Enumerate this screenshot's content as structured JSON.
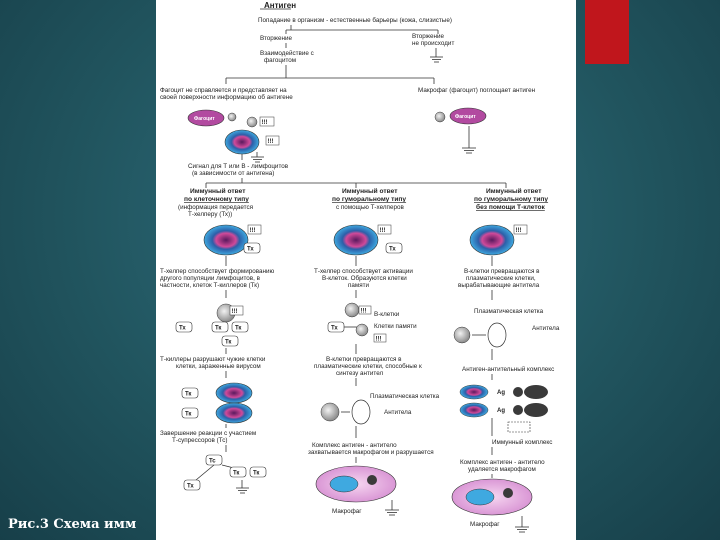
{
  "slide": {
    "caption": "Рис.3 Схема имм",
    "colors": {
      "background": "#21555f",
      "accent": "#c0161c",
      "sheet": "#ffffff"
    }
  },
  "diagram": {
    "title": "Антиген",
    "entry": "Попадание в организм - естественные барьеры (кожа, слизистые)",
    "top": {
      "left": "Вторжение",
      "right_1": "Вторжение",
      "right_2": "не происходит",
      "engulf_1": "Взаимодействие с",
      "engulf_2": "фагоцитом",
      "fail_1": "Фагоцит не справляется и представляет на",
      "fail_2": "своей поверхности информацию об антигене",
      "macrophage": "Макрофаг (фагоцит) поглощает антиген",
      "cell_left": "Фагоцит",
      "cell_right": "Фагоцит",
      "signal_1": "Сигнал для Т или В - лимфоцитов",
      "signal_2": "(в зависимости от антигена)"
    },
    "col1": {
      "head_1": "Иммунный ответ",
      "head_2": "по клеточному типу",
      "head_3": "(информация передается",
      "head_4": "Т-хелперу (Тх))",
      "desc_1": "Т-хелпер способствует формированию",
      "desc_2": "другого популяции лимфоцитов, в",
      "desc_3": "частности, клеток Т-киллеров (Тк)",
      "desc2_1": "Т-киллеры разрушают чужие клетки",
      "desc2_2": "клетки, зараженные вирусом",
      "desc3_1": "Завершение реакции с участием",
      "desc3_2": "Т-супрессоров (Тс)"
    },
    "col2": {
      "head_1": "Иммунный ответ",
      "head_2": "по гуморальному типу",
      "head_3": "с помощью Т-хелперов",
      "desc_1": "Т-хелпер способствует активации",
      "desc_2": "В-клеток. Образуются клетки",
      "desc_3": "памяти",
      "bcell": "В-клетки",
      "memory": "Клетки памяти",
      "desc2_1": "В-клетки превращаются в",
      "desc2_2": "плазматические клетки, способные к",
      "desc2_3": "синтезу антител",
      "plasma": "Плазматическая клетка",
      "antibody": "Антитела",
      "desc3_1": "Комплекс антиген - антитело",
      "desc3_2": "захватывается макрофагом и разрушается",
      "macro": "Макрофаг"
    },
    "col3": {
      "head_1": "Иммунный ответ",
      "head_2": "по гуморальному типу",
      "head_3": "без помощи Т-клеток",
      "desc_1": "В-клетки превращаются в",
      "desc_2": "плазматические клетки,",
      "desc_3": "вырабатывающие антитела",
      "plasma": "Плазматическая клетка",
      "antibody": "Антитела",
      "complex_label": "Антиген-антительный комплекс",
      "immune": "Иммунный комплекс",
      "desc2_1": "Комплекс антиген - антитело",
      "desc2_2": "удаляется макрофагом",
      "macro": "Макрофаг"
    },
    "tags": {
      "th": "Тх",
      "tk": "Тк",
      "ts": "Тс",
      "roman": "!!!",
      "ag": "Ag"
    }
  }
}
